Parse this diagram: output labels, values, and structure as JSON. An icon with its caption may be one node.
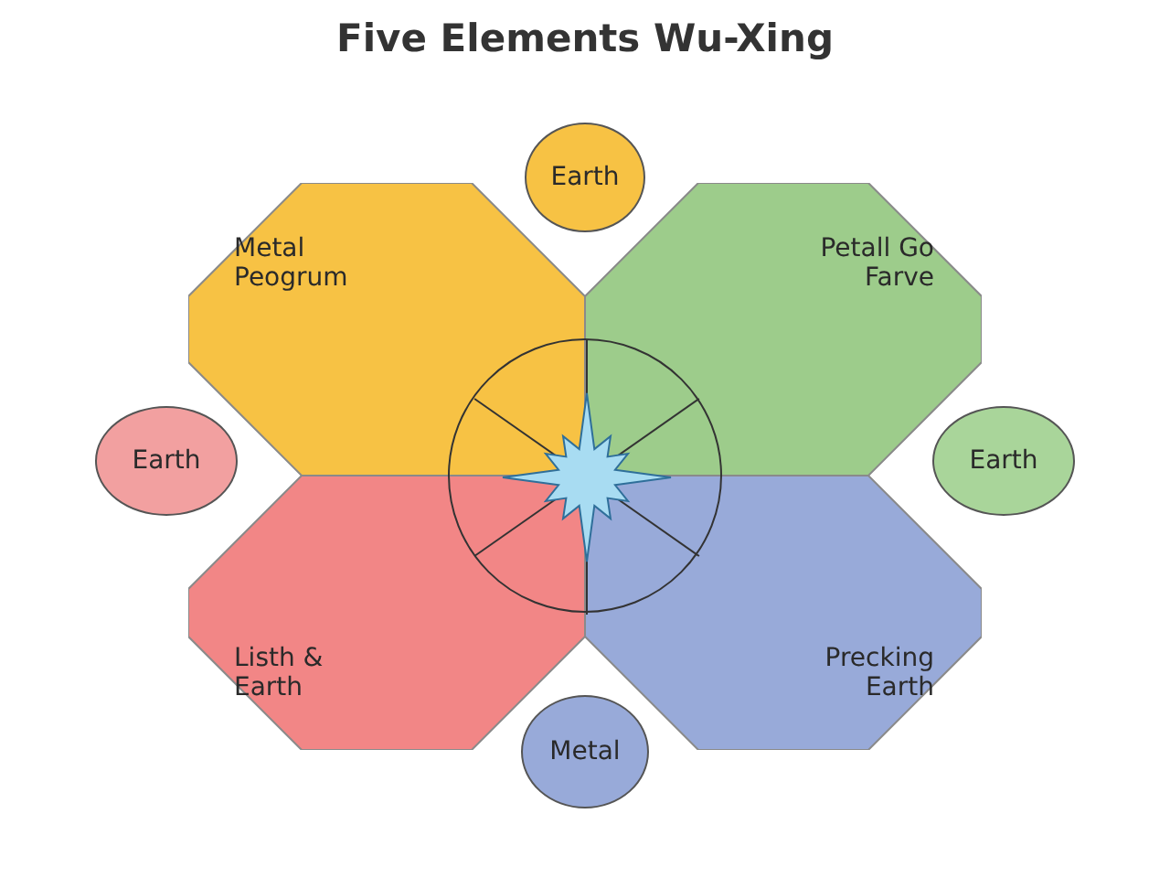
{
  "diagram": {
    "title": "Five Elements Wu-Xing",
    "nodes": [
      {
        "text": [
          "Earth"
        ]
      },
      {
        "text": [
          "Metal Peogrum"
        ]
      },
      {
        "text": [
          "Petall Go Farve"
        ]
      },
      {
        "text": [
          "Earth"
        ]
      },
      {
        "text": [],
        "shape": "circle"
      },
      {
        "text": [
          "Earth"
        ]
      },
      {
        "text": [
          "Listh & Earth"
        ]
      },
      {
        "text": [
          "Precking Earth"
        ]
      },
      {
        "text": [
          "Metal"
        ]
      }
    ]
  }
}
